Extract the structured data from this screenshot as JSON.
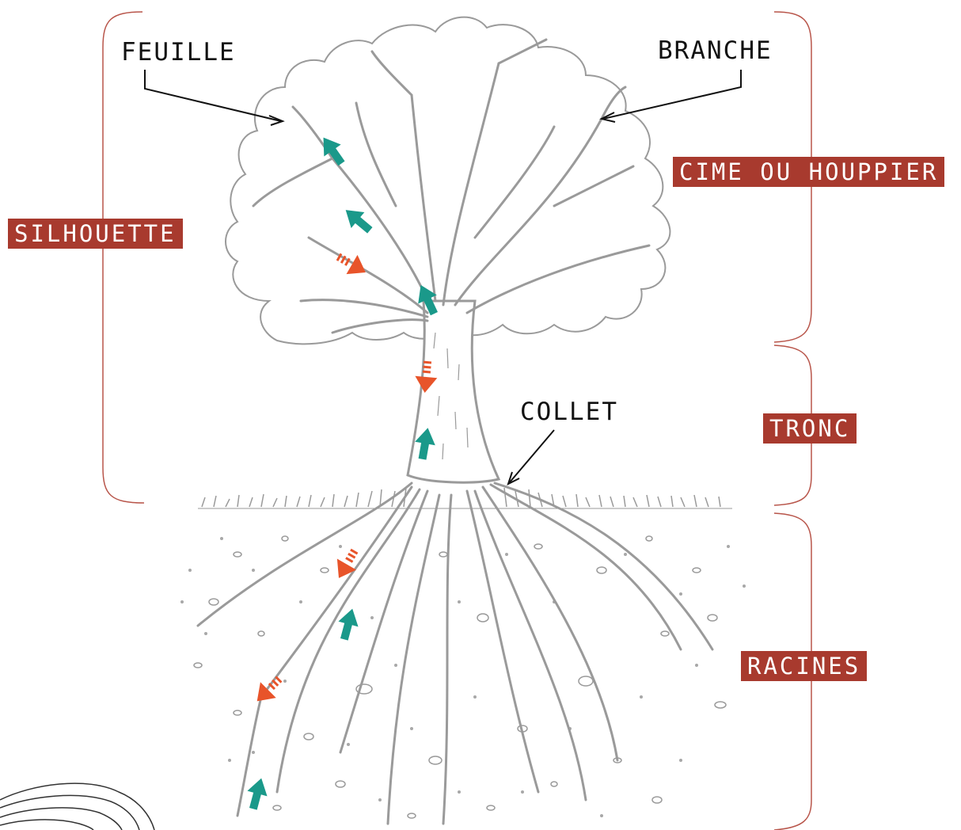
{
  "colors": {
    "label_background": "#a83a2e",
    "bracket": "#b8554a",
    "tree_line": "#9a9a9a",
    "sap_up_arrow": "#1a998a",
    "sap_down_arrow": "#e8542a",
    "callout_line": "#111111"
  },
  "callouts": {
    "feuille": "FEUILLE",
    "branche": "BRANCHE",
    "collet": "COLLET"
  },
  "sections": {
    "silhouette": "SILHOUETTE",
    "cime": "CIME OU HOUPPIER",
    "tronc": "TRONC",
    "racines": "RACINES"
  },
  "arrows": {
    "up_icon": "arrow-up-teal-icon",
    "down_icon": "arrow-down-orange-icon"
  }
}
